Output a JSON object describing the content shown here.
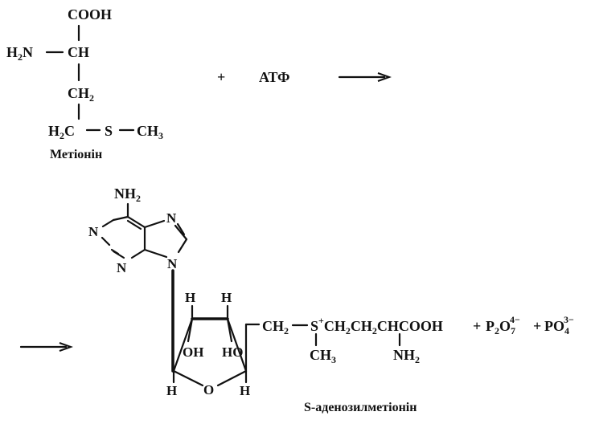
{
  "methionine": {
    "cooh": "COOH",
    "h2n_base": "H",
    "h2n_sub": "2",
    "h2n_tail": "N",
    "ch": "CH",
    "ch2_base": "CH",
    "ch2_sub": "2",
    "h2c_base": "H",
    "h2c_sub": "2",
    "h2c_tail": "C",
    "s": "S",
    "ch3_base": "CH",
    "ch3_sub": "3",
    "caption": "Метіонін"
  },
  "reaction": {
    "plus": "+",
    "atp": "АТФ"
  },
  "adenine": {
    "nh2_base": "NH",
    "nh2_sub": "2",
    "n": "N"
  },
  "ribose": {
    "h": "H",
    "oh": "OH",
    "ho": "HO",
    "o": "O"
  },
  "chain": {
    "ch2_base": "CH",
    "ch2_sub": "2",
    "s": "S",
    "s_charge": "+",
    "ch": "CH",
    "sub2": "2",
    "chcooh": "CHCOOH",
    "plus": "+",
    "p": "P",
    "p_sub": "2",
    "o": "O",
    "o_sub": "7",
    "charge4": "4−",
    "po": "PO",
    "po_sub": "4",
    "charge3": "3−",
    "ch3_base": "CH",
    "ch3_sub": "3",
    "nh2_base": "NH",
    "nh2_sub": "2"
  },
  "product_caption": "S-аденозилметіонін"
}
